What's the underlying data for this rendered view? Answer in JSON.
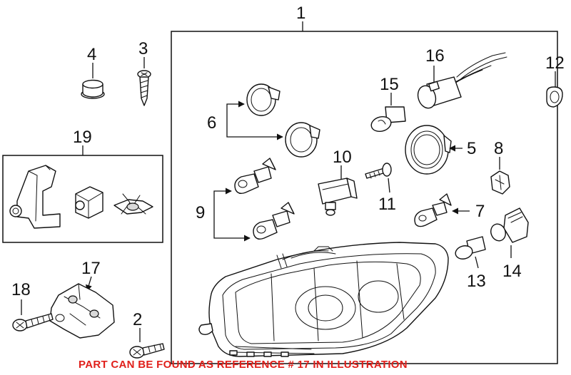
{
  "diagram": {
    "callouts": {
      "c1": "1",
      "c2": "2",
      "c3": "3",
      "c4": "4",
      "c5": "5",
      "c6": "6",
      "c7": "7",
      "c8": "8",
      "c9": "9",
      "c10": "10",
      "c11": "11",
      "c12": "12",
      "c13": "13",
      "c14": "14",
      "c15": "15",
      "c16": "16",
      "c17": "17",
      "c18": "18",
      "c19": "19"
    },
    "note": "PART CAN BE FOUND AS REFERENCE # 17 IN ILLUSTRATION"
  },
  "colors": {
    "note": "#e0201b",
    "ink": "#111111",
    "background": "#ffffff"
  }
}
